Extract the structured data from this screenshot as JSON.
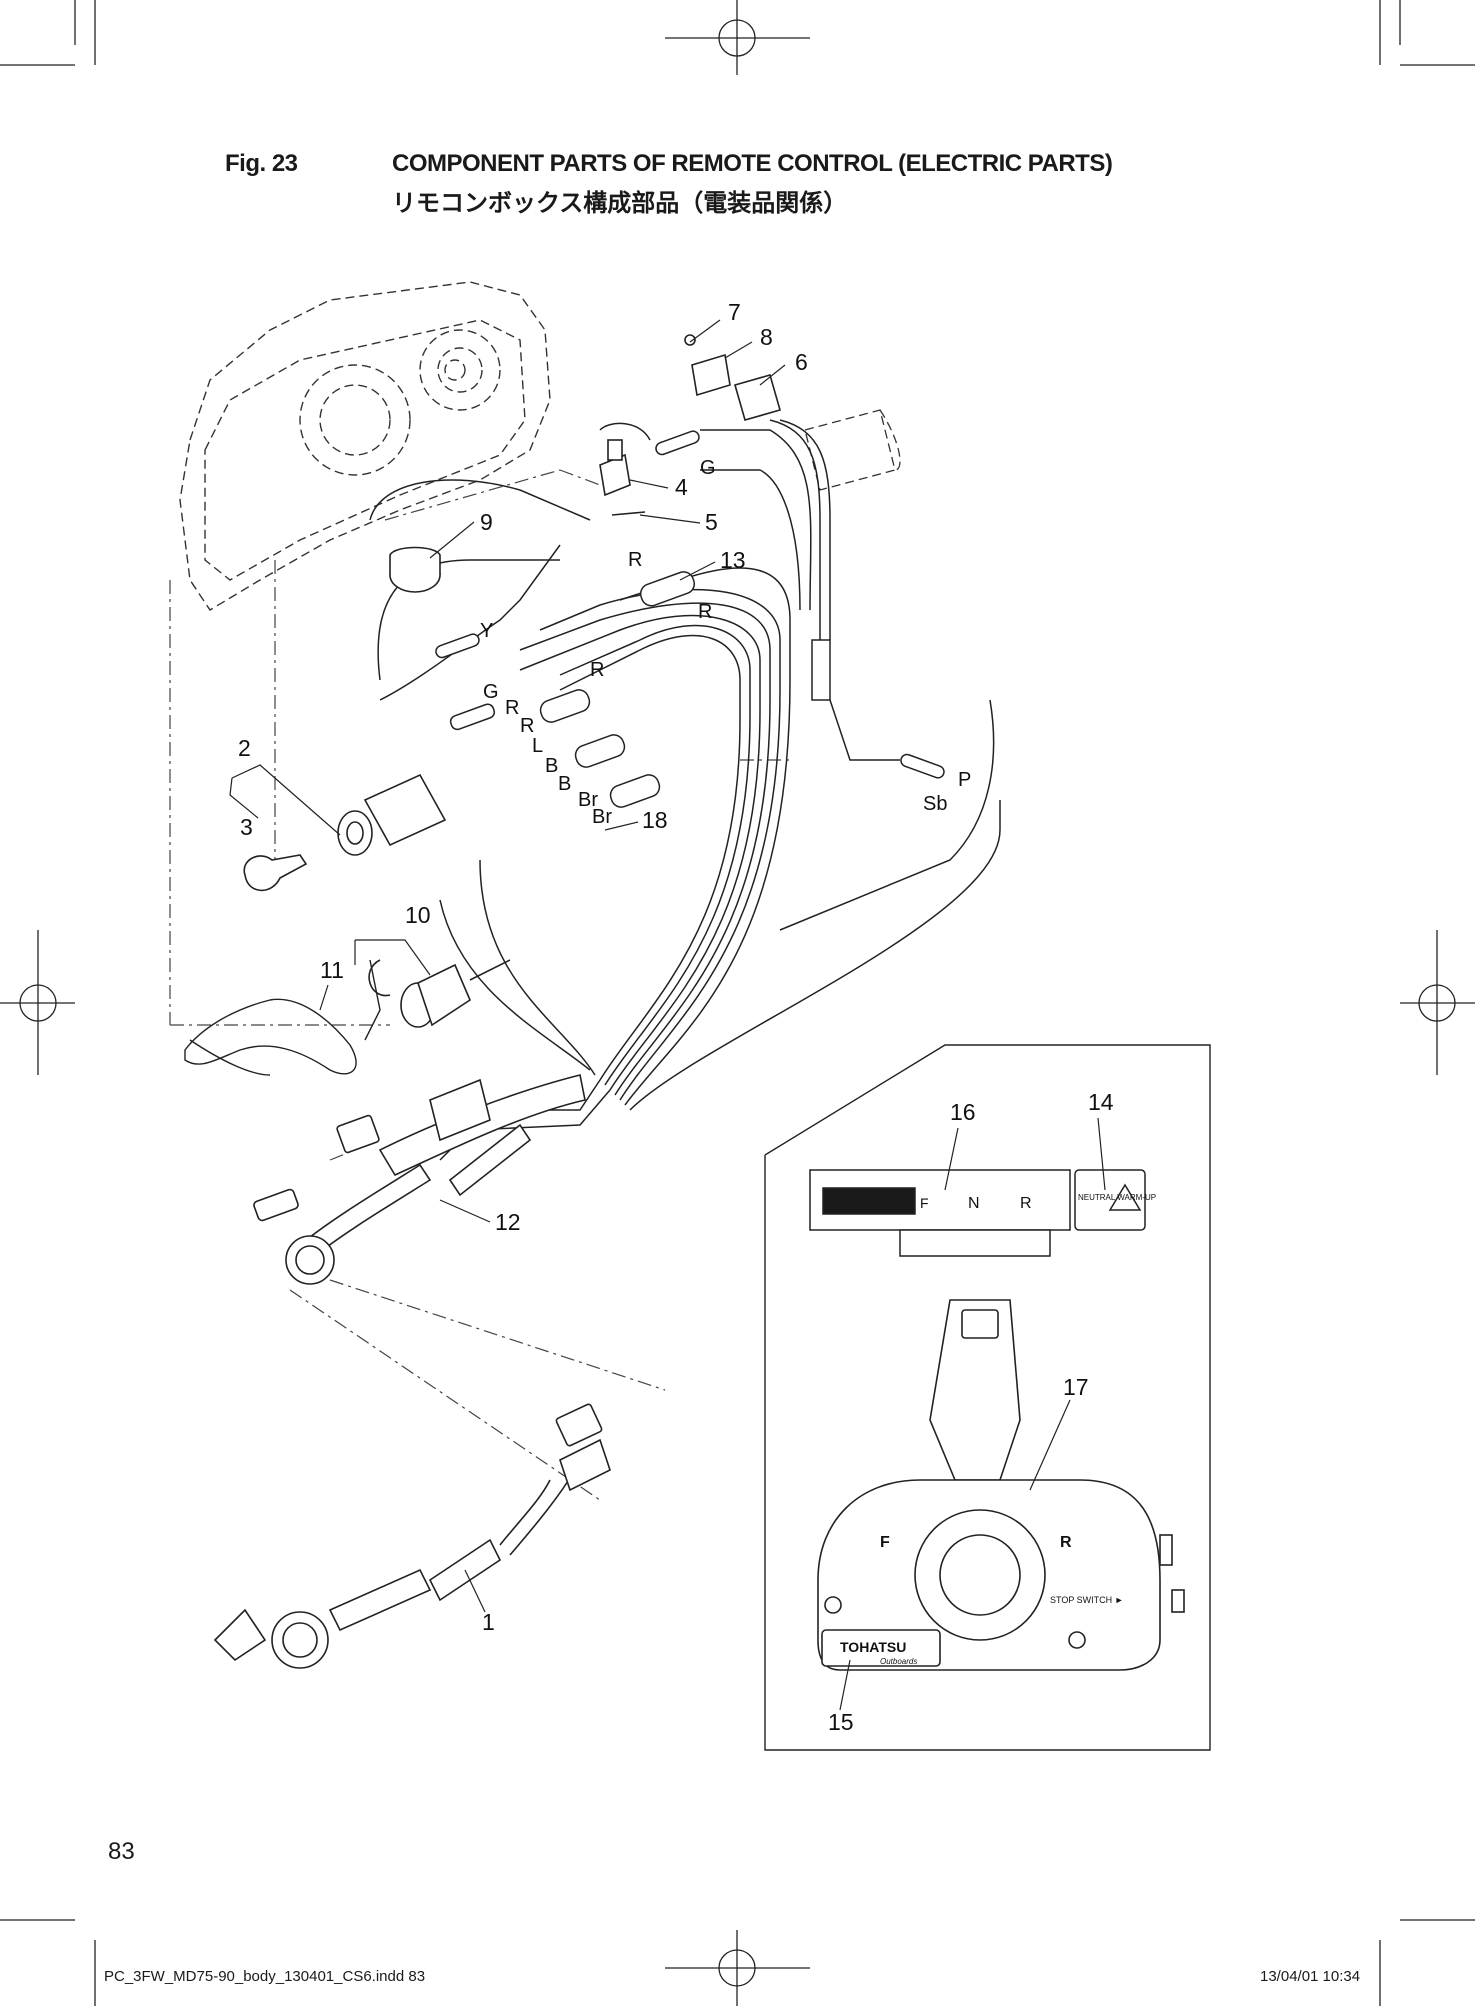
{
  "header": {
    "fig_label": "Fig. 23",
    "title_en": "COMPONENT PARTS OF REMOTE CONTROL (ELECTRIC PARTS)",
    "title_ja": "リモコンボックス構成部品（電装品関係）"
  },
  "callouts": [
    "1",
    "2",
    "3",
    "4",
    "5",
    "6",
    "7",
    "8",
    "9",
    "10",
    "11",
    "12",
    "13",
    "14",
    "15",
    "16",
    "17",
    "18"
  ],
  "wire_tags": {
    "g_top": "G",
    "r_top": "R",
    "r_mid": "R",
    "y": "Y",
    "g_sw": "G",
    "r_sw1": "R",
    "r_sw2": "R",
    "l_sw": "L",
    "b_sw1": "B",
    "b_sw2": "B",
    "br1": "Br",
    "br2": "Br",
    "r_right": "R",
    "p": "P",
    "sb": "Sb"
  },
  "inset": {
    "shift_f": "F",
    "shift_n": "N",
    "shift_r": "R",
    "switch_label": "NEUTRAL WARM-UP",
    "lever_f": "F",
    "lever_r": "R",
    "stop_switch": "STOP SWITCH ►",
    "brand": "TOHATSU",
    "brand_sub": "Outboards"
  },
  "page_number": "83",
  "footer": {
    "file": "PC_3FW_MD75-90_body_130401_CS6.indd   83",
    "date": "13/04/01   10:34"
  }
}
